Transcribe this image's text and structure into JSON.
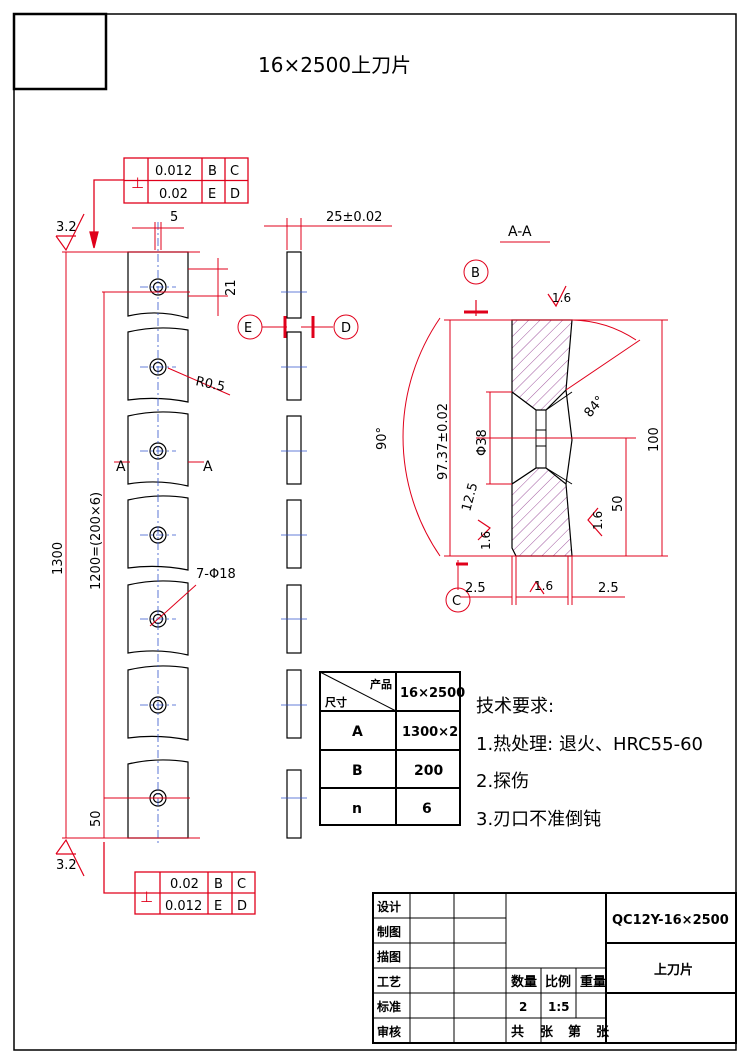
{
  "title": "16×2500上刀片",
  "section_label": "A-A",
  "datums": {
    "B": "B",
    "C": "C",
    "D": "D",
    "E": "E",
    "A": "A"
  },
  "tolerance_frames": {
    "top": {
      "symbol": "⊥",
      "rows": [
        [
          "0.012",
          "B",
          "C"
        ],
        [
          "0.02",
          "E",
          "D"
        ]
      ]
    },
    "bottom": {
      "symbol": "⊥",
      "rows": [
        [
          "0.02",
          "B",
          "C"
        ],
        [
          "0.012",
          "E",
          "D"
        ]
      ]
    }
  },
  "roughness": {
    "top": "3.2",
    "bottom": "3.2",
    "section_top": "1.6",
    "section_left": "1.6",
    "section_right": "1.6",
    "section_bottom": "1.6"
  },
  "dimensions": {
    "slot_width": "5",
    "thickness": "25±0.02",
    "hole_offset": "21",
    "radius": "R0.5",
    "holes": "7-Φ18",
    "overall_length": "1300",
    "pitch": "1200=(200×6)",
    "end_offset": "50",
    "bore": "Φ38",
    "width": "97.37±0.02",
    "angle_left": "90°",
    "angle_bevel": "84°",
    "height": "100",
    "half_height": "50",
    "chamfer": "12.5",
    "bottom_left": "2.5",
    "bottom_right": "2.5"
  },
  "param_table": {
    "corner_top": "产品",
    "corner_bottom": "尺寸",
    "header": "16×2500",
    "rows": [
      [
        "A",
        "1300×2"
      ],
      [
        "B",
        "200"
      ],
      [
        "n",
        "6"
      ]
    ]
  },
  "requirements": {
    "heading": "技术要求:",
    "items": [
      "1.热处理: 退火、HRC55-60",
      "2.探伤",
      "3.刃口不准倒钝"
    ]
  },
  "title_block": {
    "labels": [
      "设计",
      "制图",
      "描图",
      "工艺",
      "标准",
      "审核"
    ],
    "drawing_no": "QC12Y-16×2500",
    "part_name": "上刀片",
    "col_headers": [
      "数量",
      "比例",
      "重量"
    ],
    "quantity": "2",
    "scale": "1:5",
    "footer": [
      "共",
      "张",
      "第",
      "张"
    ]
  }
}
